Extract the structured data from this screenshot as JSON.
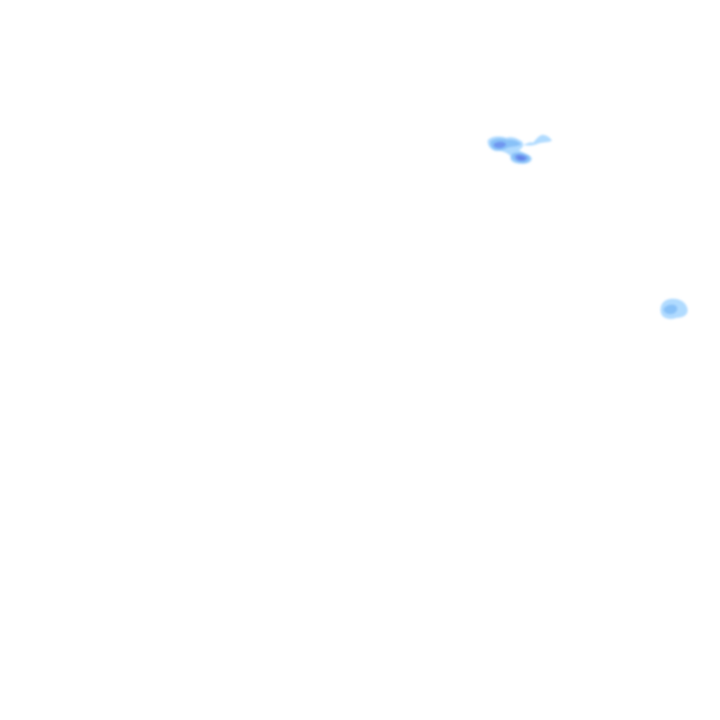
{
  "map": {
    "layer": "precipitation-radar",
    "background_color": "#ffffff",
    "intensity_colors": {
      "light": "#a9d8ff",
      "moderate": "#86bff7",
      "heavy": "#6d93ef",
      "core": "#5f7fe6"
    },
    "echoes": [
      {
        "id": "north-cluster",
        "levels": [
          "light",
          "moderate",
          "heavy",
          "core"
        ]
      },
      {
        "id": "east-cell",
        "levels": [
          "light",
          "moderate"
        ]
      }
    ]
  }
}
